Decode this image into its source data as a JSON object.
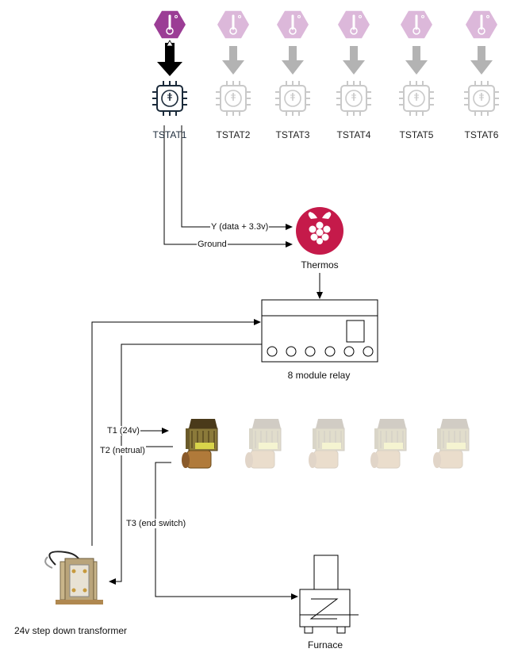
{
  "tstats": [
    {
      "label": "TSTAT1",
      "active": true
    },
    {
      "label": "TSTAT2",
      "active": false
    },
    {
      "label": "TSTAT3",
      "active": false
    },
    {
      "label": "TSTAT4",
      "active": false
    },
    {
      "label": "TSTAT5",
      "active": false
    },
    {
      "label": "TSTAT6",
      "active": false
    }
  ],
  "edges": {
    "y_label": "Y (data + 3.3v)",
    "ground_label": "Ground",
    "t1_label": "T1 (24v)",
    "t2_label": "T2 (netrual)",
    "t3_label": "T3 (end switch)"
  },
  "nodes": {
    "pi_label": "Thermos",
    "relay_label": "8 module relay",
    "transformer_label": "24v step down transformer",
    "furnace_label": "Furnace"
  },
  "zone_valves": [
    {
      "active": true
    },
    {
      "active": false
    },
    {
      "active": false
    },
    {
      "active": false
    },
    {
      "active": false
    }
  ],
  "colors": {
    "sensor_active": "#9b3d95",
    "sensor_inactive": "#dcb8da",
    "chip_active": "#1b2a3a",
    "chip_inactive": "#c9c9c9",
    "arrow_active": "#000000",
    "arrow_inactive": "#b3b3b3",
    "pi_red": "#c51a4a"
  }
}
